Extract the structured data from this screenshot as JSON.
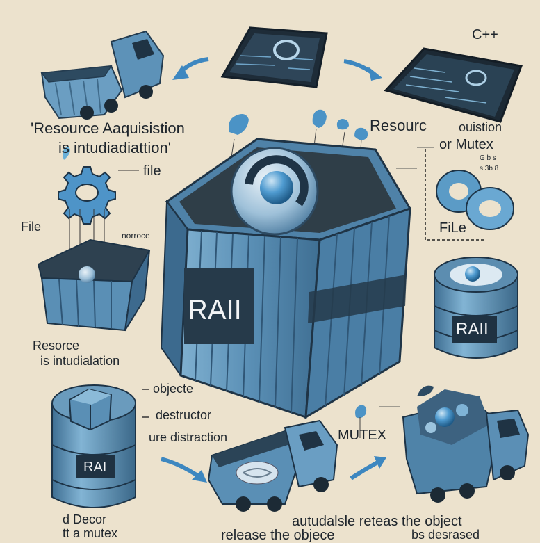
{
  "labels": {
    "cpp": "C++",
    "raii_title_1": "'Resource Aaquisistion",
    "raii_title_2": "is intudiadiattion'",
    "resourc": "Resourc",
    "ouistion": "ouistion",
    "or_mutex": "or Mutex",
    "tiny_right_1": "G b  s",
    "tiny_right_2": "s 3b 8",
    "file_top": "file",
    "file_left": "File",
    "norroce": "norroce",
    "file_right": "FiLe",
    "raii_main": "RAII",
    "raii_barrel": "RAII",
    "resource_left_1": "Resorce",
    "resource_left_2": "is intudialation",
    "objecte": "objecte",
    "destructor": "destructor",
    "distraction": "ure distraction",
    "rai_barrel": "RAI",
    "mutex": "MUTEX",
    "decor_1": "d  Decor",
    "decor_2": "tt a mutex",
    "autud_line": "autudalsle reteas the object",
    "release_line": "release   the objece",
    "desrased": "bs desrased"
  },
  "colors": {
    "background": "#ece2cd",
    "steel_blue": "#5a8fb5",
    "steel_dark": "#2b4d68",
    "accent_blue": "#3d87c0",
    "ink": "#1e252c"
  }
}
